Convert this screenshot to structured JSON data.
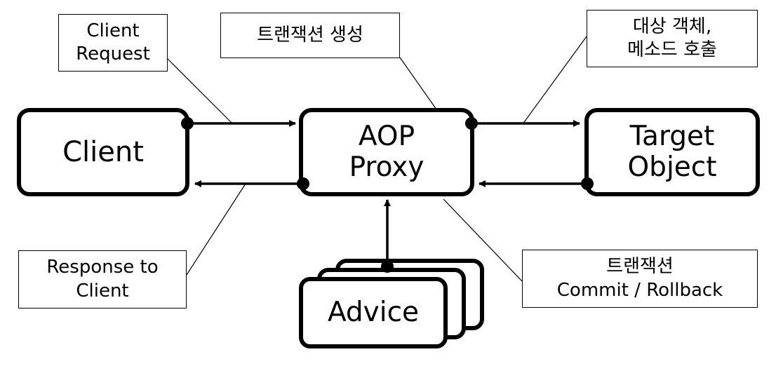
{
  "nodes": {
    "client": "Client",
    "proxy": "AOP\nProxy",
    "target": "Target\nObject",
    "advice": "Advice"
  },
  "notes": {
    "client_request": "Client\nRequest",
    "tx_create": "트랜잭션 생성",
    "target_call": "대상 객체,\n메소드 호출",
    "response": "Response to\nClient",
    "tx_commit": "트랜잭션\nCommit / Rollback"
  }
}
